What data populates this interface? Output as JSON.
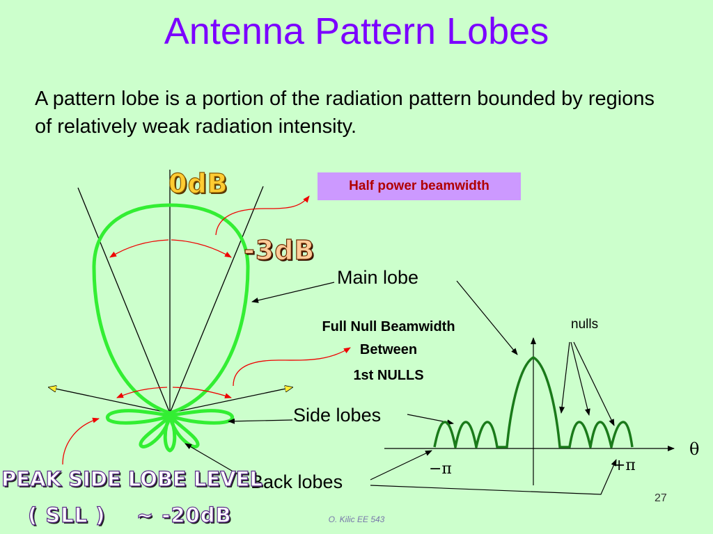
{
  "title": "Antenna Pattern Lobes",
  "intro": "A pattern lobe is a portion of the radiation pattern bounded by regions of relatively weak radiation intensity.",
  "labels": {
    "zero_db": "0dB",
    "minus3db": "-3dB",
    "half_power_beamwidth": "Half power beamwidth",
    "main_lobe": "Main lobe",
    "full_null_line1": "Full Null Beamwidth",
    "full_null_line2": "Between",
    "full_null_line3": "1st NULLS",
    "nulls": "nulls",
    "side_lobes": "Side lobes",
    "back_lobes": "Back lobes",
    "theta": "θ",
    "minus_pi": "−π",
    "plus_pi": "+π",
    "peak_sll_line1": "PEAK SIDE LOBE LEVEL",
    "peak_sll_line2": "( SLL )    ~ -20dB"
  },
  "footer": "O. Kilic   EE 543",
  "page_number": "27",
  "colors": {
    "title": "#7b00ff",
    "background": "#ccffcc",
    "pattern": "#33ee33",
    "plot": "#1a7a1a",
    "arrow_red": "#ee0000",
    "box": "#cc99ff",
    "box_text": "#b00000"
  }
}
